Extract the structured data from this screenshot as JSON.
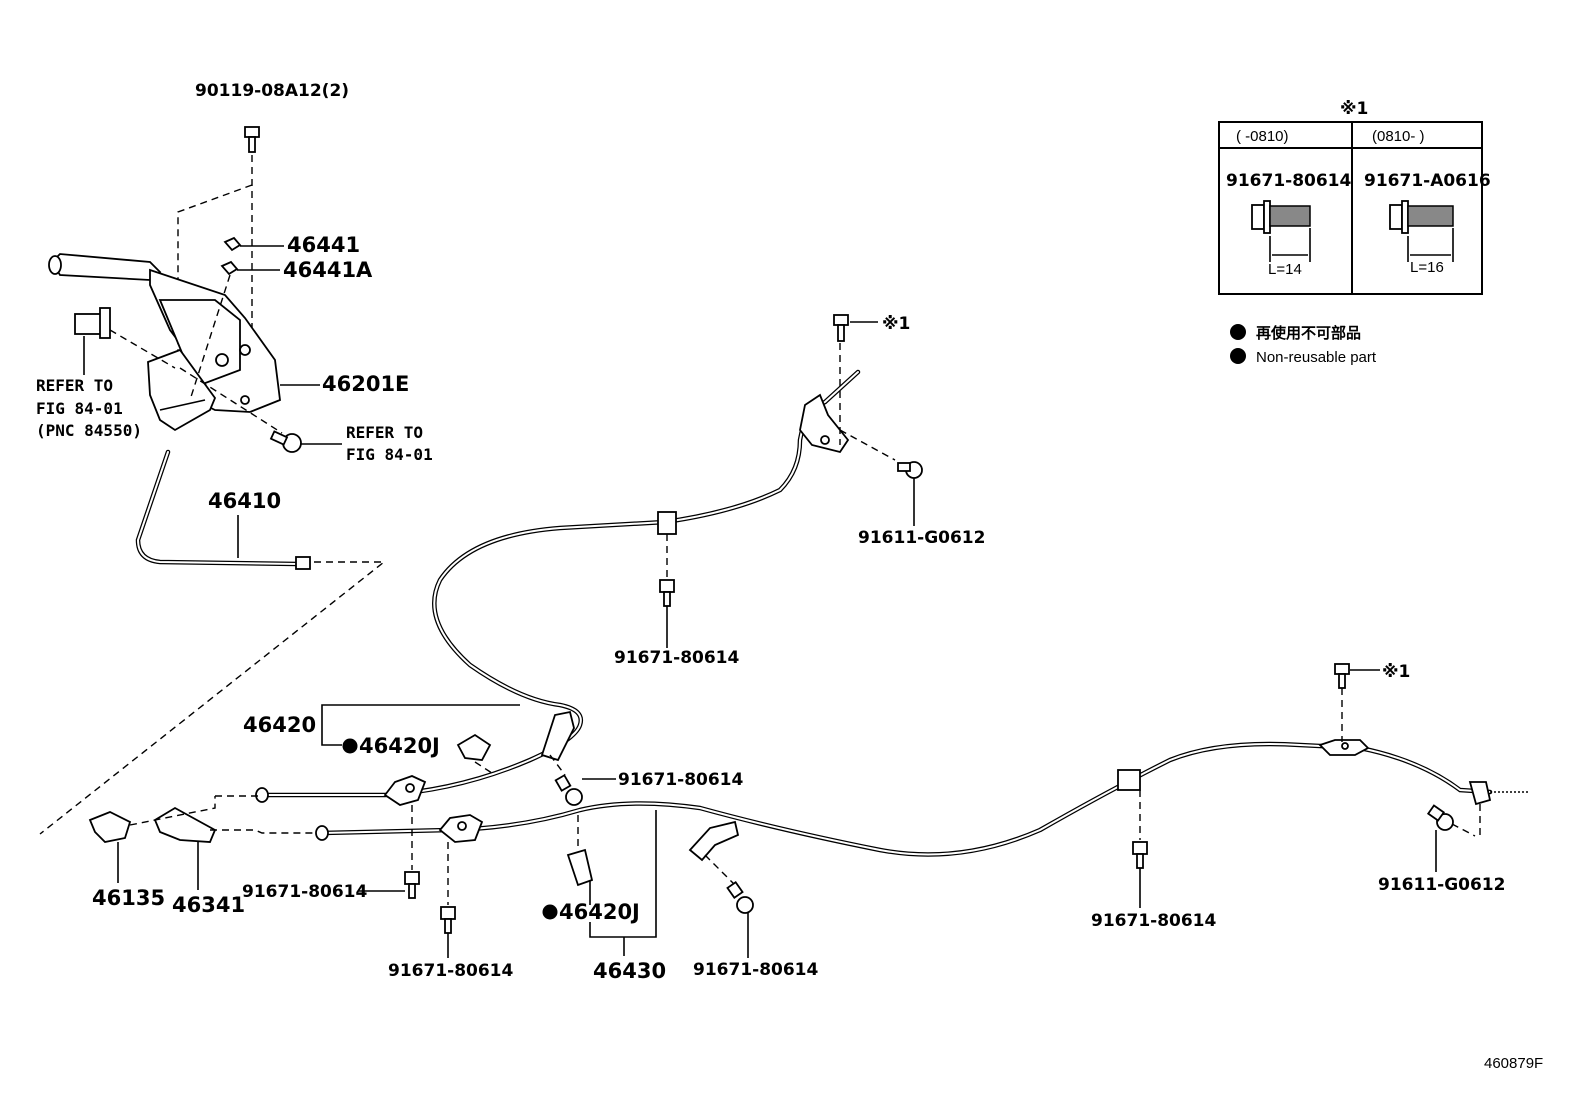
{
  "labels": {
    "bolt_top": "90119-08A12(2)",
    "p46441": "46441",
    "p46441a": "46441A",
    "p46201e": "46201E",
    "refer_left_1": "REFER TO",
    "refer_left_2": "FIG 84-01",
    "refer_left_3": "(PNC 84550)",
    "refer_right_1": "REFER TO",
    "refer_right_2": "FIG 84-01",
    "p46410": "46410",
    "mark1_top": "※1",
    "mark1_right": "※1",
    "b91611_top": "91611-G0612",
    "b91671_center": "91671-80614",
    "p46420": "46420",
    "p46420j_upper": "46420J",
    "b91671_mid": "91671-80614",
    "p46135": "46135",
    "p46341": "46341",
    "b91671_lower_left": "91671-80614",
    "b91671_bottom_left": "91671-80614",
    "p46420j_lower": "46420J",
    "p46430": "46430",
    "b91671_bottom_mid": "91671-80614",
    "b91671_right": "91671-80614",
    "b91611_right": "91611-G0612",
    "figure_code": "460879F"
  },
  "table": {
    "title": "※1",
    "col1_header": "(    -0810)",
    "col2_header": "(0810-    )",
    "col1_part": "91671-80614",
    "col2_part": "91671-A0616",
    "col1_length": "L=14",
    "col2_length": "L=16"
  },
  "legend": {
    "line1": "再使用不可部品",
    "line2": "Non-reusable part"
  }
}
